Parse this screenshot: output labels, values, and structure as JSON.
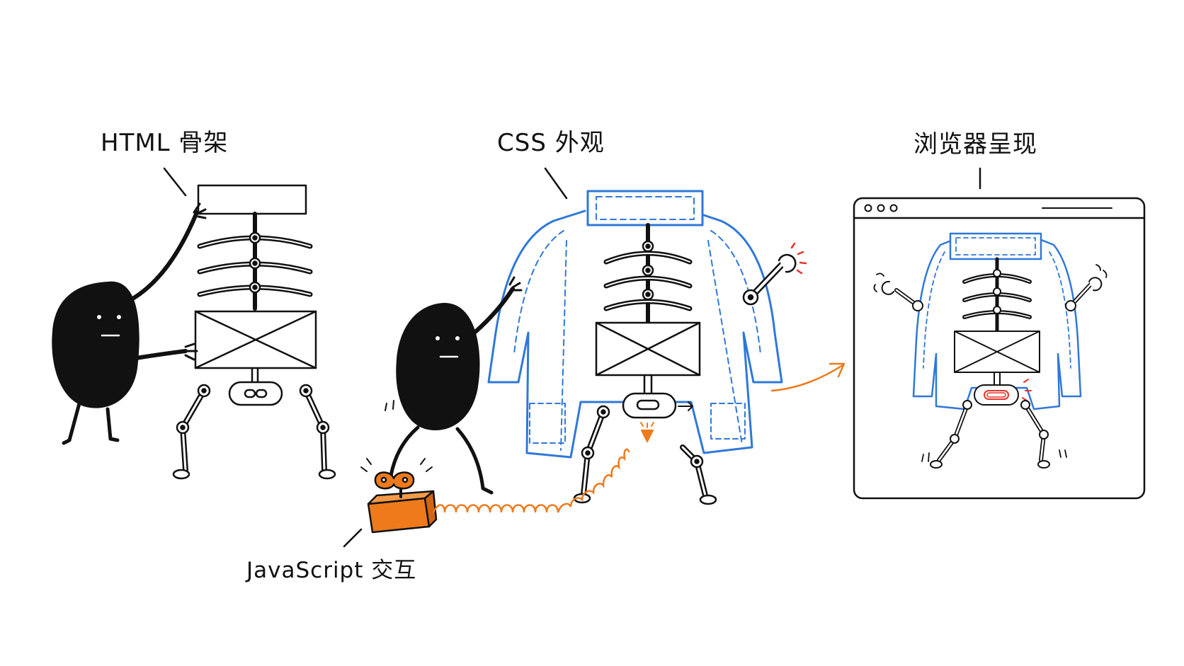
{
  "labels": {
    "html": "HTML 骨架",
    "css": "CSS 外观",
    "browser": "浏览器呈现",
    "js": "JavaScript 交互"
  },
  "colors": {
    "ink": "#111111",
    "css_blue": "#2f78d8",
    "js_orange": "#ee7a1c",
    "alert_red": "#e8322a"
  },
  "icons": {
    "browser_dots": "window-dots-icon",
    "link": "link-icon"
  }
}
